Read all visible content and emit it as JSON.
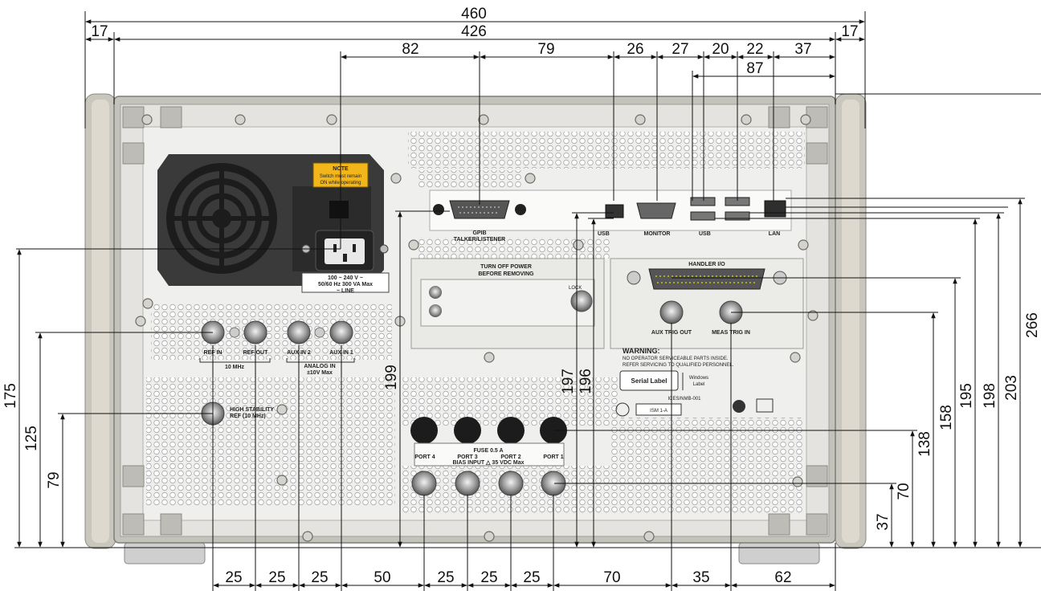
{
  "dims_top": {
    "overall": "460",
    "inner": "426",
    "side_left": "17",
    "side_right": "17",
    "d82": "82",
    "d79": "79",
    "d26": "26",
    "d27": "27",
    "d20": "20",
    "d22": "22",
    "d37": "37",
    "d87": "87"
  },
  "dims_bottom": [
    "25",
    "25",
    "25",
    "50",
    "25",
    "25",
    "25",
    "70",
    "35",
    "62"
  ],
  "dims_left": {
    "d175": "175",
    "d125": "125",
    "d79": "79"
  },
  "dims_right": {
    "d37": "37",
    "d70": "70",
    "d138": "138",
    "d158": "158",
    "d195": "195",
    "d198": "198",
    "d203": "203",
    "d266": "266"
  },
  "dims_middle": {
    "d199": "199",
    "d197": "197",
    "d196": "196"
  },
  "labels": {
    "note_title": "NOTE",
    "note_line1": "Switch must remain",
    "note_line2": "ON while operating",
    "power_line1": "100 ~ 240 V ~",
    "power_line2": "50/60 Hz   300 VA Max",
    "power_line3": "~ LINE",
    "gpib1": "GPIB",
    "gpib2": "TALKER/LISTENER",
    "usb1": "USB",
    "monitor": "MONITOR",
    "usb2": "USB",
    "lan": "LAN",
    "turnoff1": "TURN  OFF POWER",
    "turnoff2": "BEFORE REMOVING",
    "lock": "LOCK",
    "handler": "HANDLER I/O",
    "aux_trig_out": "AUX TRIG  OUT",
    "meas_trig_in": "MEAS TRIG  IN",
    "ref_in": "REF IN",
    "ref_out": "REF OUT",
    "aux_in2": "AUX IN 2",
    "aux_in1": "AUX IN 1",
    "ten_mhz": "10 MHz",
    "analog_in": "ANALOG IN",
    "analog_max": "±10V Max",
    "high_stab1": "HIGH STABILITY",
    "high_stab2": "REF (10 MHz)",
    "warning1": "WARNING:",
    "warning2": "NO OPERATOR SERVICEABLE PARTS INSIDE.",
    "warning3": "REFER SERVICING TO QUALIFIED PERSONNEL.",
    "serial_label": "Serial Label",
    "windows_label1": "Windows",
    "windows_label2": "Label",
    "ices": "ICES/NMB-001",
    "ism": "ISM 1-A",
    "fuse": "FUSE  0.5 A",
    "port4": "PORT 4",
    "port3": "PORT 3",
    "port2": "PORT 2",
    "port1": "PORT 1",
    "bias_input": "BIAS INPUT  △ 35 VDC Max"
  }
}
